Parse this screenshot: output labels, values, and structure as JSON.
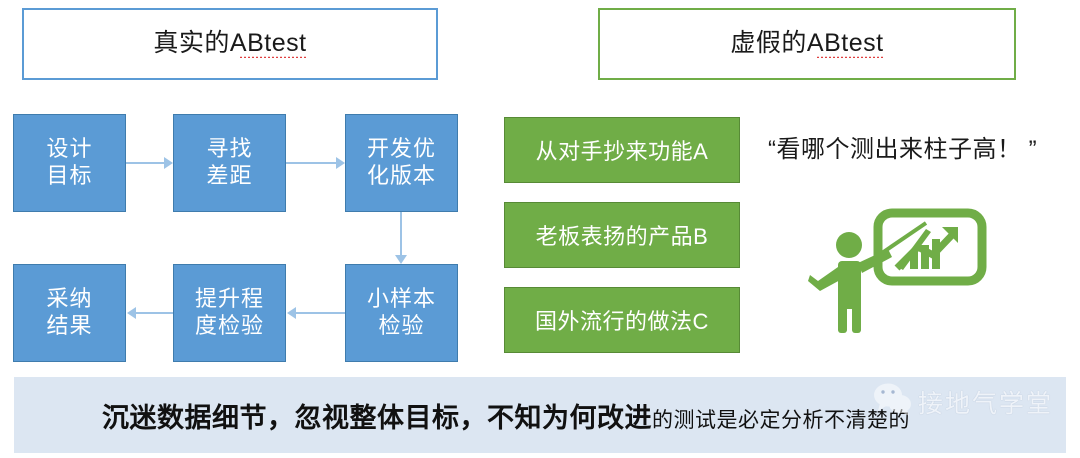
{
  "headers": {
    "real": "真实的ABtest",
    "fake": "虚假的ABtest"
  },
  "flow": {
    "boxes": [
      {
        "label": "设计\n目标"
      },
      {
        "label": "寻找\n差距"
      },
      {
        "label": "开发优\n化版本"
      },
      {
        "label": "小样本\n检验"
      },
      {
        "label": "提升程\n度检验"
      },
      {
        "label": "采纳\n结果"
      }
    ],
    "arrow_color": "#9dc3e6"
  },
  "options": [
    {
      "label": "从对手抄来功能A"
    },
    {
      "label": "老板表扬的产品B"
    },
    {
      "label": "国外流行的做法C"
    }
  ],
  "quote": "“看哪个测出来柱子高！ ”",
  "banner": {
    "strong": "沉迷数据细节，忽视整体目标，不知为何改进",
    "normal": "的测试是必定分析不清楚的"
  },
  "watermark": {
    "text": "接地气学堂"
  },
  "colors": {
    "blue_fill": "#5b9bd5",
    "blue_border": "#3f7cad",
    "green_fill": "#70ad47",
    "green_border": "#578a36",
    "banner_bg": "#dce6f2",
    "arrow": "#9dc3e6"
  }
}
